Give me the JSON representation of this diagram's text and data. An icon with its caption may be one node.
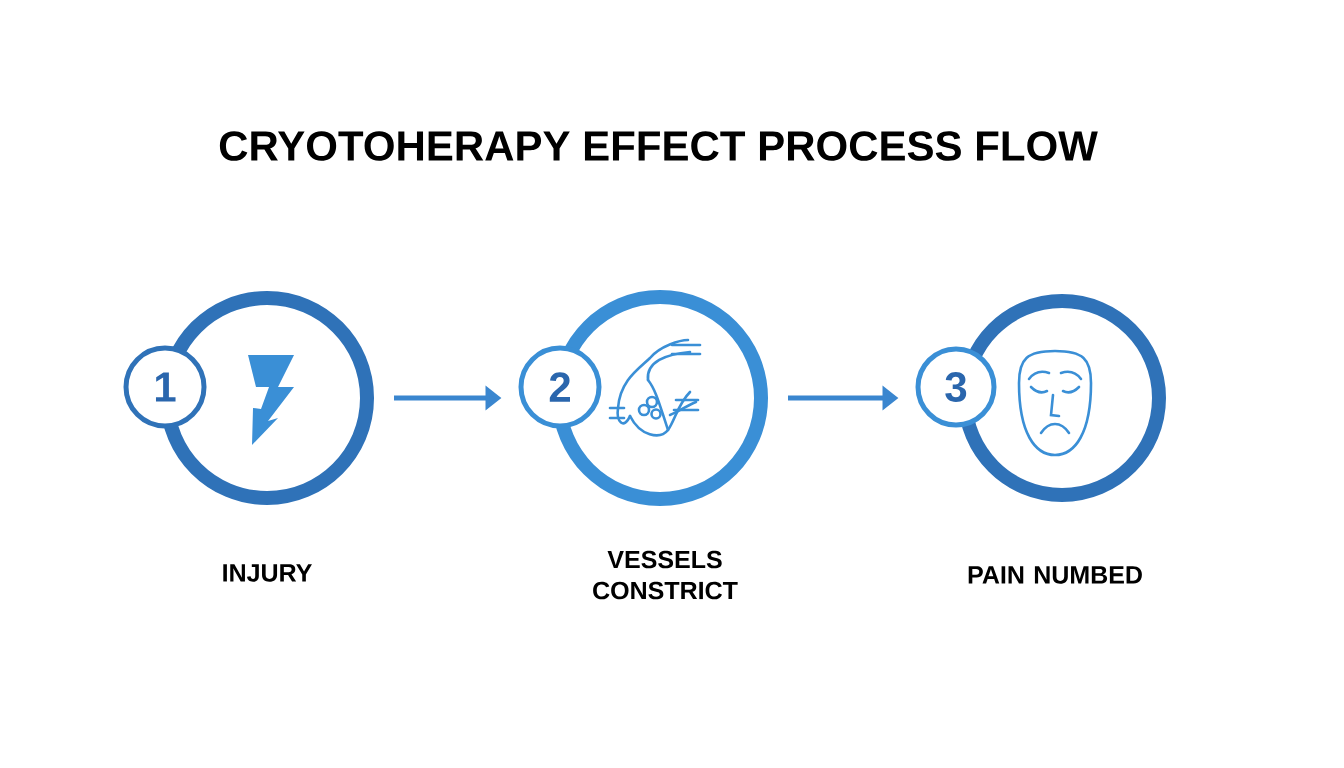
{
  "diagram": {
    "title": "CRYOTOHERAPY EFFECT PROCESS FLOW",
    "nodes": [
      {
        "text": [
          "INJURY"
        ]
      },
      {
        "text": [
          "1"
        ]
      },
      {
        "text": [
          "VESSELS CONSTRICT"
        ]
      },
      {
        "text": [
          "2"
        ]
      },
      {
        "text": [
          "PAIN NUMBED"
        ]
      },
      {
        "text": [
          "3"
        ]
      }
    ],
    "edges": [
      {
        "from": 0,
        "to": 3,
        "arrow": "to"
      },
      {
        "from": 2,
        "to": 5,
        "arrow": "to"
      }
    ]
  }
}
